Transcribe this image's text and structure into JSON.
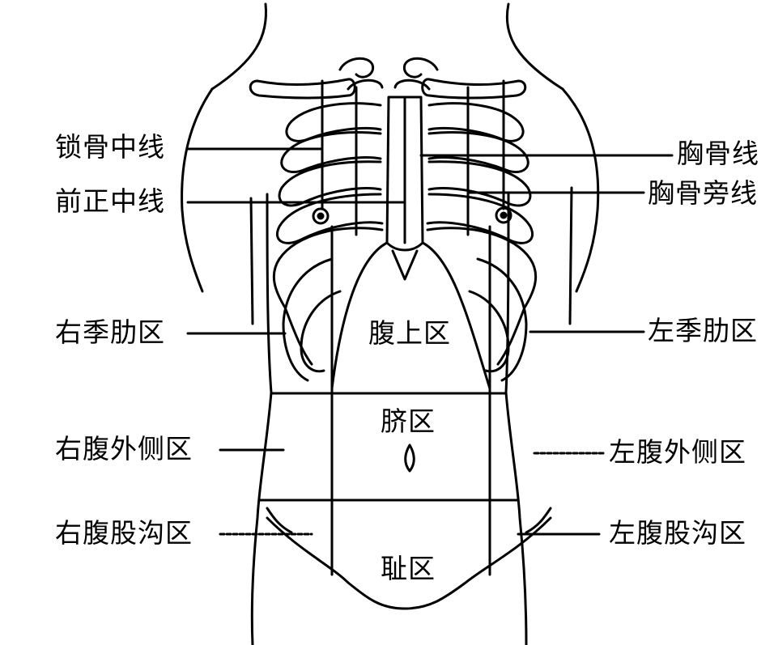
{
  "left_labels": {
    "clavicle_midline": "锁骨中线",
    "anterior_midline": "前正中线",
    "right_hypochondriac": "右季肋区",
    "right_lateral_abdominal": "右腹外侧区",
    "right_inguinal": "右腹股沟区"
  },
  "right_labels": {
    "sternal_line": "胸骨线",
    "parasternal_line": "胸骨旁线",
    "left_hypochondriac": "左季肋区",
    "left_lateral_abdominal": "左腹外侧区",
    "left_inguinal": "左腹股沟区"
  },
  "region_labels": {
    "epigastric": "腹上区",
    "umbilical": "脐区",
    "pubic": "耻区"
  },
  "colors": {
    "ink": "#000000",
    "background": "#ffffff"
  }
}
